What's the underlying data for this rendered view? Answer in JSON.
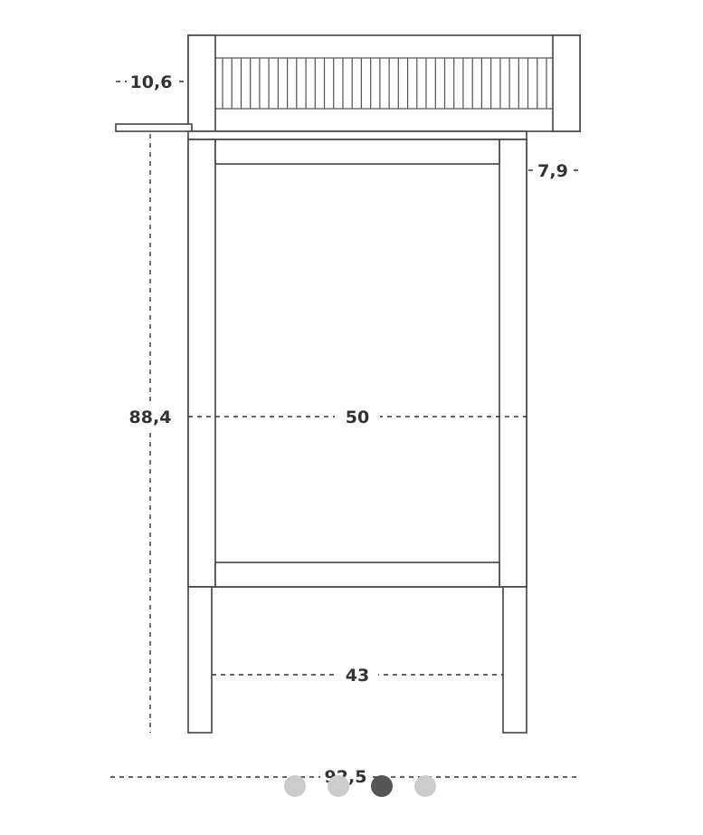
{
  "dimensions": {
    "top_height": "10,6",
    "top_rail": "7,9",
    "total_height": "88,4",
    "inner_width": "50",
    "leg_span": "43",
    "total_width": "92,5"
  },
  "carousel": {
    "count": 4,
    "active_index": 2,
    "active_color": "#555555",
    "inactive_color": "#cccccc"
  }
}
